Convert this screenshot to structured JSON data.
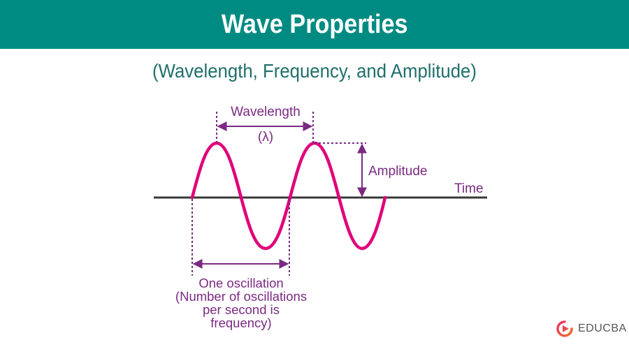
{
  "header": {
    "title": "Wave Properties",
    "background_color": "#008b82"
  },
  "subtitle": "(Wavelength, Frequency, and Amplitude)",
  "diagram": {
    "labels": {
      "wavelength": "Wavelength",
      "lambda": "(λ)",
      "amplitude": "Amplitude",
      "time": "Time",
      "oscillation_line1": "One oscillation",
      "oscillation_line2": "(Number of oscillations",
      "oscillation_line3": "per second is",
      "oscillation_line4": "frequency)"
    },
    "colors": {
      "wave": "#e0007a",
      "annotation": "#7a2a82",
      "axis": "#3a3a3a"
    }
  },
  "logo": {
    "text": "EDUCBA",
    "icon": "educba-play-icon"
  }
}
